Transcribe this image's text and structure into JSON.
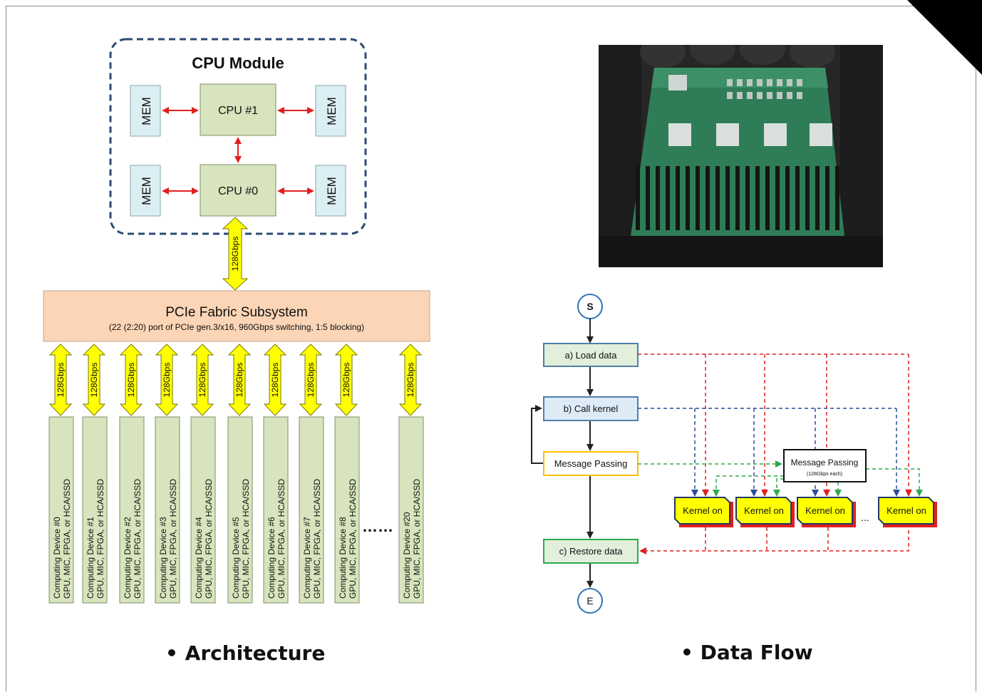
{
  "architecture": {
    "cpu_module_title": "CPU Module",
    "cpu1": "CPU #1",
    "cpu0": "CPU #0",
    "mem_label": "MEM",
    "link_label": "128Gbps",
    "pcie_title": "PCIe Fabric Subsystem",
    "pcie_subtitle": "(22 (2:20) port of PCIe gen.3/x16, 960Gbps switching, 1:5 blocking)",
    "device_subtitle": "GPU, MIC, FPGA, or HCA/SSD",
    "devices": [
      "Computing Device #0",
      "Computing Device #1",
      "Computing Device #2",
      "Computing Device #3",
      "Computing Device #4",
      "Computing Device #5",
      "Computing Device #6",
      "Computing Device #7",
      "Computing Device #8",
      "Computing Device #20"
    ],
    "ellipsis": "……",
    "caption": "• Architecture"
  },
  "dataflow": {
    "start": "S",
    "end": "E",
    "load": "a) Load data",
    "call": "b) Call kernel",
    "message": "Message Passing",
    "restore": "c) Restore data",
    "mp_box_title": "Message Passing",
    "mp_box_sub": "(128Gbps each)",
    "kernel_label": "Kernel on",
    "ellipsis": "...",
    "caption": "• Data Flow"
  },
  "colors": {
    "cpu_fill": "#d7e4bd",
    "mem_fill": "#dbeef4",
    "pcie_fill": "#fbd5b5",
    "device_fill": "#d7e4bd",
    "link_yellow": "#ffff00",
    "dash_blue": "#2e4c9a",
    "arrow_red": "#e02020",
    "dash_green": "#2fa84f",
    "kernel_yellow": "#ffff00"
  }
}
